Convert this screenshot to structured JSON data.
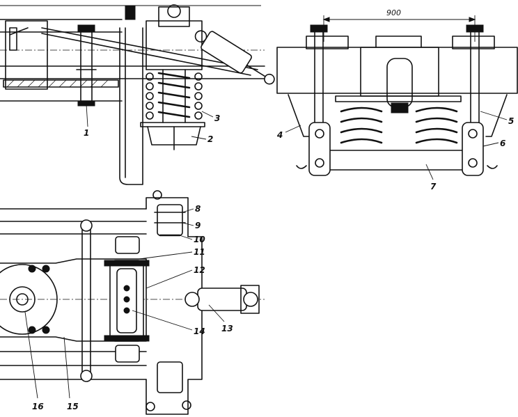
{
  "dimension": {
    "value": "900"
  },
  "callouts": [
    {
      "num": "1"
    },
    {
      "num": "2"
    },
    {
      "num": "3"
    },
    {
      "num": "4"
    },
    {
      "num": "5"
    },
    {
      "num": "6"
    },
    {
      "num": "7"
    },
    {
      "num": "8"
    },
    {
      "num": "9"
    },
    {
      "num": "10"
    },
    {
      "num": "11"
    },
    {
      "num": "12"
    },
    {
      "num": "13"
    },
    {
      "num": "14"
    },
    {
      "num": "15"
    },
    {
      "num": "16"
    }
  ]
}
